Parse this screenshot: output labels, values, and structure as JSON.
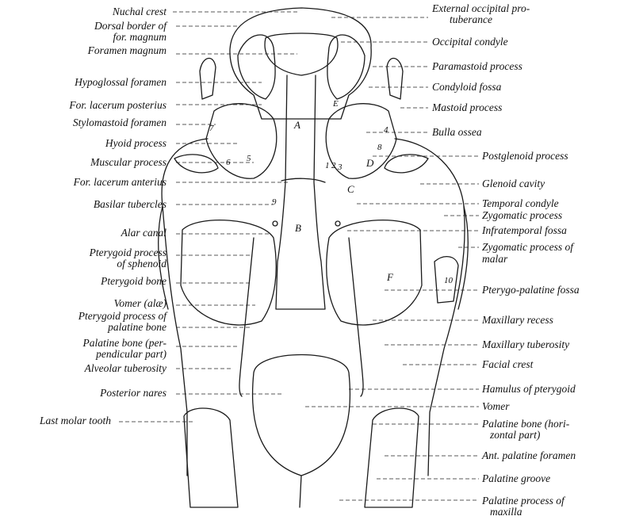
{
  "labels_left": [
    {
      "id": "nuchal-crest",
      "text": "Nuchal crest"
    },
    {
      "id": "dorsal-border",
      "text": "Dorsal border of"
    },
    {
      "id": "dorsal-border-2",
      "text": "for. magnum"
    },
    {
      "id": "foramen-magnum",
      "text": "Foramen magnum"
    },
    {
      "id": "hypoglossal-foramen",
      "text": "Hypoglossal foramen"
    },
    {
      "id": "for-lacerum-posterius",
      "text": "For. lacerum posterius"
    },
    {
      "id": "stylomastoid-foramen",
      "text": "Stylomastoid foramen"
    },
    {
      "id": "hyoid-process",
      "text": "Hyoid process"
    },
    {
      "id": "muscular-process",
      "text": "Muscular process"
    },
    {
      "id": "for-lacerum-anterius",
      "text": "For. lacerum anterius"
    },
    {
      "id": "basilar-tubercles",
      "text": "Basilar tubercles"
    },
    {
      "id": "alar-canal",
      "text": "Alar canal"
    },
    {
      "id": "pterygoid-process-sphenoid",
      "text": "Pterygoid process"
    },
    {
      "id": "pterygoid-process-sphenoid-2",
      "text": "of sphenoid"
    },
    {
      "id": "pterygoid-bone",
      "text": "Pterygoid bone"
    },
    {
      "id": "vomer-ala",
      "text": "Vomer (alæ)"
    },
    {
      "id": "pterygoid-process-palatine",
      "text": "Pterygoid process of"
    },
    {
      "id": "pterygoid-process-palatine-2",
      "text": "palatine bone"
    },
    {
      "id": "palatine-bone-perp",
      "text": "Palatine bone (per-"
    },
    {
      "id": "palatine-bone-perp-2",
      "text": "pendicular part)"
    },
    {
      "id": "alveolar-tuberosity",
      "text": "Alveolar tuberosity"
    },
    {
      "id": "posterior-nares",
      "text": "Posterior nares"
    },
    {
      "id": "last-molar-tooth",
      "text": "Last molar tooth"
    }
  ],
  "labels_right": [
    {
      "id": "external-occipital",
      "text": "External occipital pro-"
    },
    {
      "id": "external-occipital-2",
      "text": "tuberance"
    },
    {
      "id": "occipital-condyle",
      "text": "Occipital condyle"
    },
    {
      "id": "paramastoid-process",
      "text": "Paramastoid process"
    },
    {
      "id": "condyloid-fossa",
      "text": "Condyloid fossa"
    },
    {
      "id": "mastoid-process",
      "text": "Mastoid process"
    },
    {
      "id": "bulla-ossea",
      "text": "Bulla ossea"
    },
    {
      "id": "postglenoid-process",
      "text": "Postglenoid process"
    },
    {
      "id": "glenoid-cavity",
      "text": "Glenoid cavity"
    },
    {
      "id": "temporal-condyle",
      "text": "Temporal condyle"
    },
    {
      "id": "zygomatic-process",
      "text": "Zygomatic process"
    },
    {
      "id": "infratemporal-fossa",
      "text": "Infratemporal fossa"
    },
    {
      "id": "zygomatic-process-malar",
      "text": "Zygomatic process of"
    },
    {
      "id": "zygomatic-process-malar-2",
      "text": "malar"
    },
    {
      "id": "pterygo-palatine-fossa",
      "text": "Pterygo-palatine fossa"
    },
    {
      "id": "maxillary-recess",
      "text": "Maxillary recess"
    },
    {
      "id": "maxillary-tuberosity",
      "text": "Maxillary tuberosity"
    },
    {
      "id": "facial-crest",
      "text": "Facial crest"
    },
    {
      "id": "hamulus-pterygoid",
      "text": "Hamulus of pterygoid"
    },
    {
      "id": "vomer",
      "text": "Vomer"
    },
    {
      "id": "palatine-bone-horiz",
      "text": "Palatine bone (hori-"
    },
    {
      "id": "palatine-bone-horiz-2",
      "text": "zontal part)"
    },
    {
      "id": "ant-palatine-foramen",
      "text": "Ant. palatine foramen"
    },
    {
      "id": "palatine-groove",
      "text": "Palatine groove"
    },
    {
      "id": "palatine-process-maxilla",
      "text": "Palatine process of"
    },
    {
      "id": "palatine-process-maxilla-2",
      "text": "maxilla"
    }
  ],
  "markers": {
    "A": "A",
    "B": "B",
    "C": "C",
    "D": "D",
    "E": "E",
    "F": "F",
    "n1": "1",
    "n2": "2",
    "n3": "3",
    "n4": "4",
    "n5": "5",
    "n6": "6",
    "n7": "7",
    "n8": "8",
    "n9": "9",
    "n10": "10"
  }
}
